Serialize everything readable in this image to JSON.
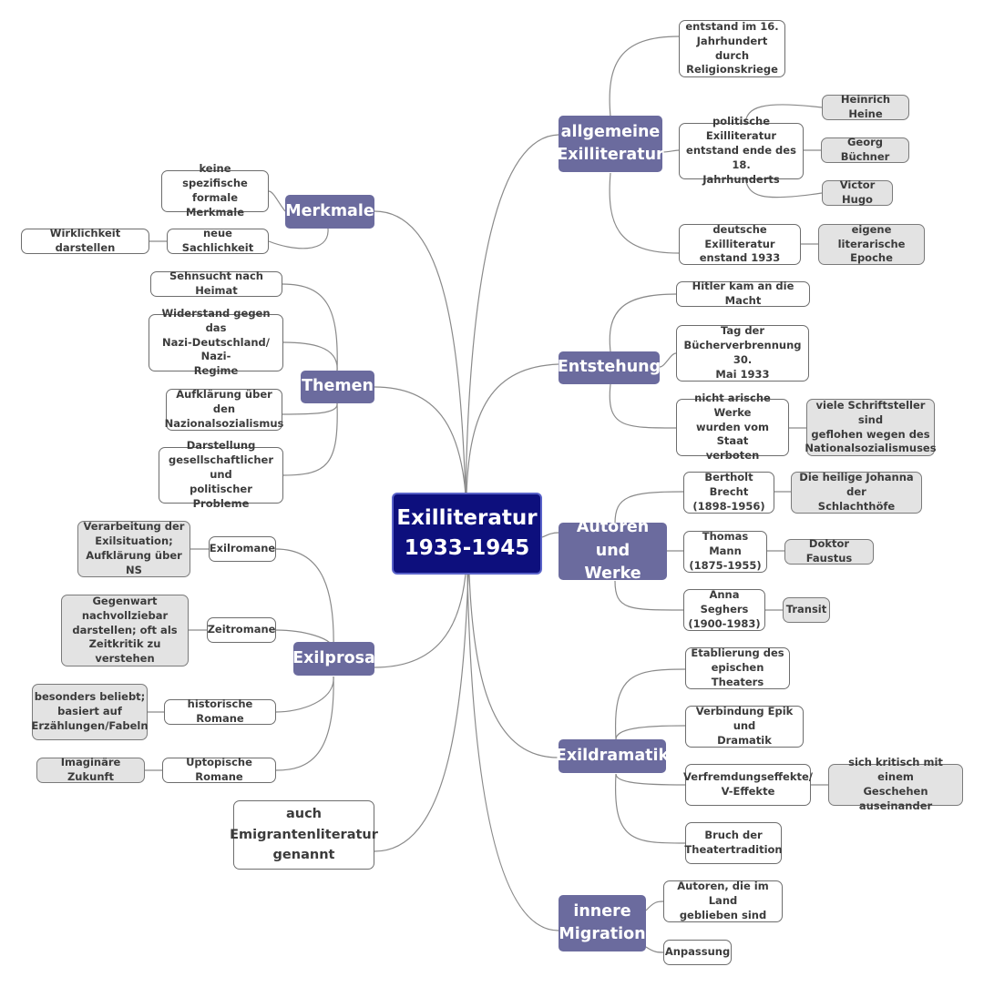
{
  "central": "Exilliteratur\n1933-1945",
  "topics": {
    "allgemeine": {
      "label": "allgemeine\nExilliteratur",
      "items": [
        "entstand im 16.\nJahrhundert durch\nReligionskriege",
        "politische Exilliteratur\nentstand ende des 18.\nJahrhunderts",
        "deutsche Exilliteratur\nenstand 1933"
      ],
      "persons": [
        "Heinrich Heine",
        "Georg Büchner",
        "Victor Hugo"
      ],
      "epoche": "eigene literarische\nEpoche"
    },
    "entstehung": {
      "label": "Entstehung",
      "items": [
        "Hitler kam an die Macht",
        "Tag der\nBücherverbrennung 30.\nMai 1933",
        "nicht arische Werke\nwurden vom Staat\nverboten"
      ],
      "detail": "viele Schriftsteller sind\ngeflohen wegen des\nNationalsozialismuses"
    },
    "autoren": {
      "label": "Autoren und\nWerke",
      "authors": [
        "Bertholt Brecht\n(1898-1956)",
        "Thomas Mann\n(1875-1955)",
        "Anna Seghers\n(1900-1983)"
      ],
      "works": [
        "Die heilige Johanna der\nSchlachthöfe",
        "Doktor Faustus",
        "Transit"
      ]
    },
    "exildramatik": {
      "label": "Exildramatik",
      "items": [
        "Etablierung des\nepischen Theaters",
        "Verbindung Epik und\nDramatik",
        "Verfremdungseffekte/\nV-Effekte",
        "Bruch der\nTheatertradition"
      ],
      "detail": "sich kritisch mit einem\nGeschehen auseinander"
    },
    "innere": {
      "label": "innere\nMigration",
      "items": [
        "Autoren, die im Land\ngeblieben sind",
        "Anpassung"
      ]
    },
    "merkmale": {
      "label": "Merkmale",
      "items": [
        "keine spezifische\nformale Merkmale",
        "neue Sachlichkeit"
      ],
      "detail": "Wirklichkeit darstellen"
    },
    "themen": {
      "label": "Themen",
      "items": [
        "Sehnsucht nach Heimat",
        "Widerstand gegen das\nNazi-Deutschland/ Nazi-\nRegime",
        "Aufklärung über den\nNazionalsozialismus",
        "Darstellung\ngesellschaftlicher und\npolitischer Probleme"
      ]
    },
    "exilprosa": {
      "label": "Exilprosa",
      "items": [
        "Exilromane",
        "Zeitromane",
        "historische Romane",
        "Uptopische Romane"
      ],
      "details": [
        "Verarbeitung der\nExilsituation;\nAufklärung über NS",
        "Gegenwart\nnachvollziebar\ndarstellen; oft als\nZeitkritik zu verstehen",
        "besonders beliebt;\nbasiert auf\nErzählungen/Fabeln",
        "Imaginäre Zukunft"
      ]
    },
    "auch": "auch\nEmigrantenliteratur\ngenannt"
  }
}
